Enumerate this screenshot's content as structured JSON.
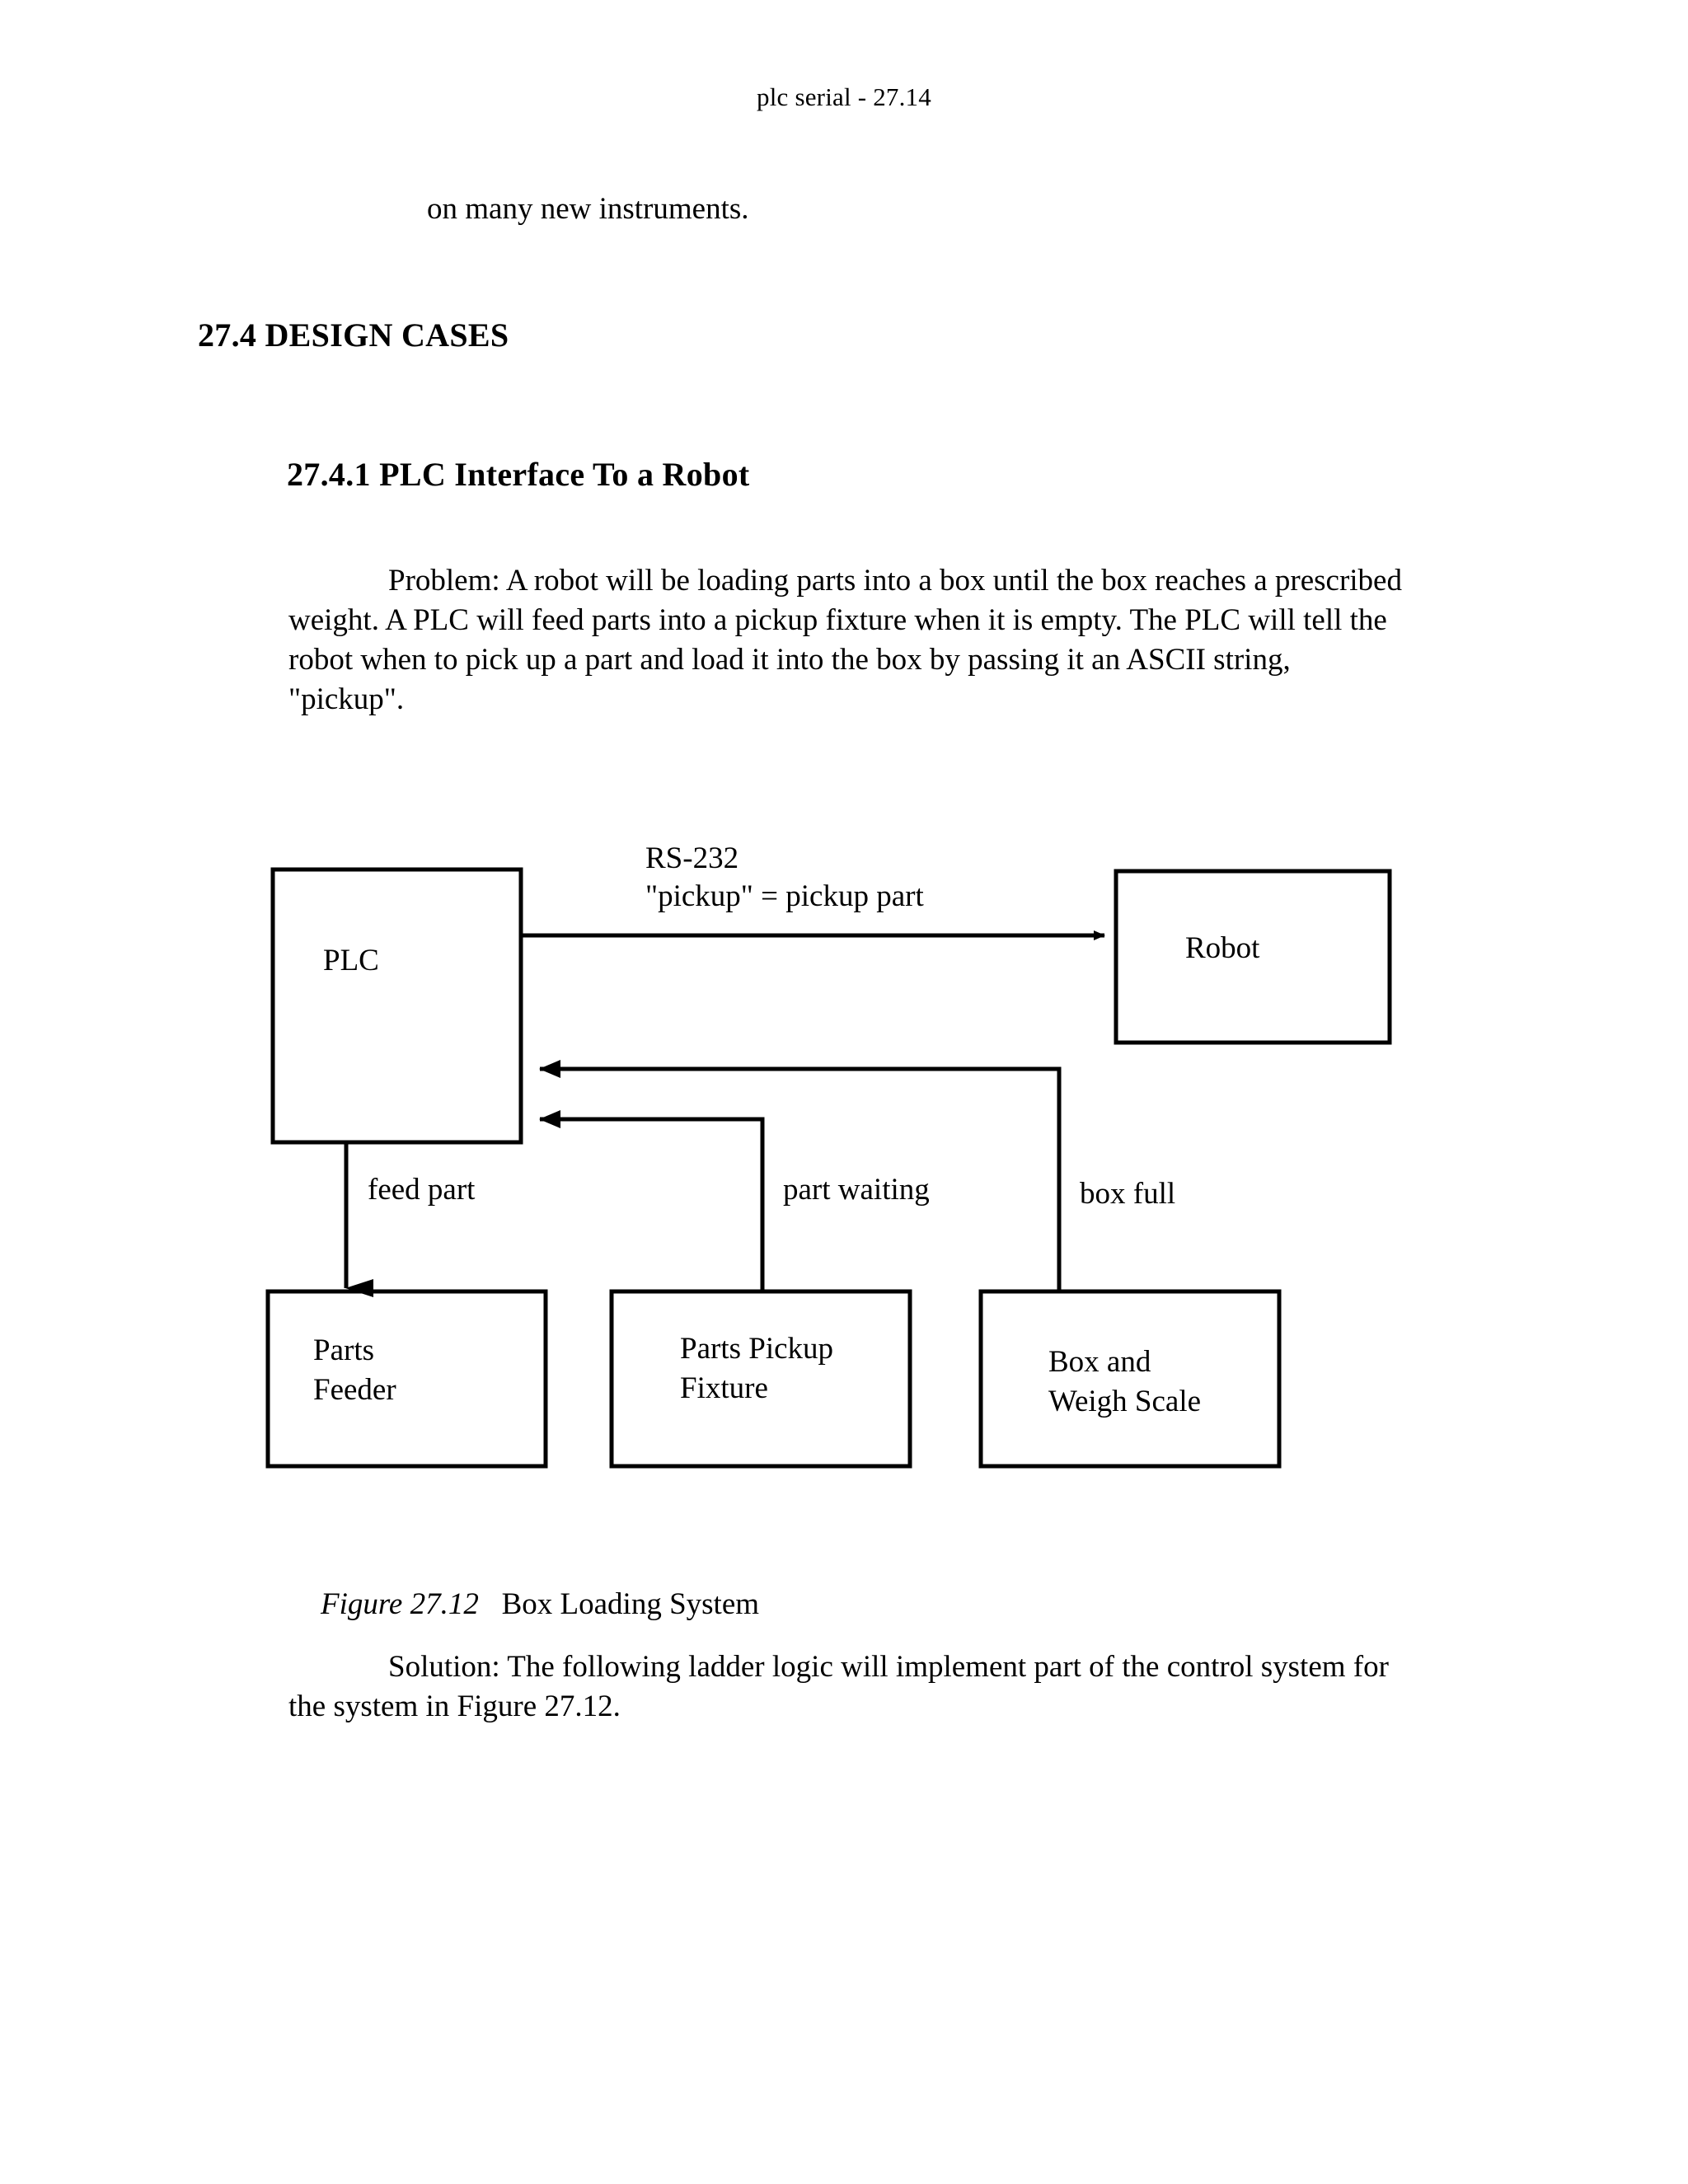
{
  "document": {
    "running_head": "plc serial - 27.14",
    "page_background": "#ffffff",
    "text_color": "#000000"
  },
  "intro": {
    "continued_line": "on many new instruments."
  },
  "headings": {
    "section": "27.4 DESIGN CASES",
    "subsection": "27.4.1 PLC Interface To a Robot"
  },
  "problem": {
    "text": "Problem: A robot will be loading parts into a box until the box reaches a prescribed weight. A PLC will feed parts into a pickup fixture when it is empty. The PLC will tell the robot when to pick up a part and load it into the box by passing it an ASCII string, \"pickup\".",
    "lines": [
      "Problem: A robot will be loading parts into a box until the box reaches a prescribed",
      "weight. A PLC will feed parts into a pickup fixture when it is empty. The PLC will tell the",
      "robot when to pick up a part and load it into the box by passing it an ASCII string,",
      "\"pickup\"."
    ]
  },
  "figure": {
    "caption_number": "Figure 27.12",
    "caption_title": "Box Loading System",
    "line_color": "#000000",
    "fill_color": "#ffffff",
    "nodes": {
      "plc": "PLC",
      "robot": "Robot",
      "parts_feeder_line1": "Parts",
      "parts_feeder_line2": "Feeder",
      "parts_pickup_line1": "Parts Pickup",
      "parts_pickup_line2": "Fixture",
      "box_scale_line1": "Box and",
      "box_scale_line2": "Weigh Scale"
    },
    "edges": {
      "rs232_line1": "RS-232",
      "rs232_line2": "\"pickup\" = pickup part",
      "feed_part": "feed part",
      "part_waiting": "part waiting",
      "box_full": "box full"
    }
  },
  "solution": {
    "lines": [
      "Solution: The following ladder logic will implement part of the control system for",
      "the system in Figure 27.12."
    ]
  }
}
